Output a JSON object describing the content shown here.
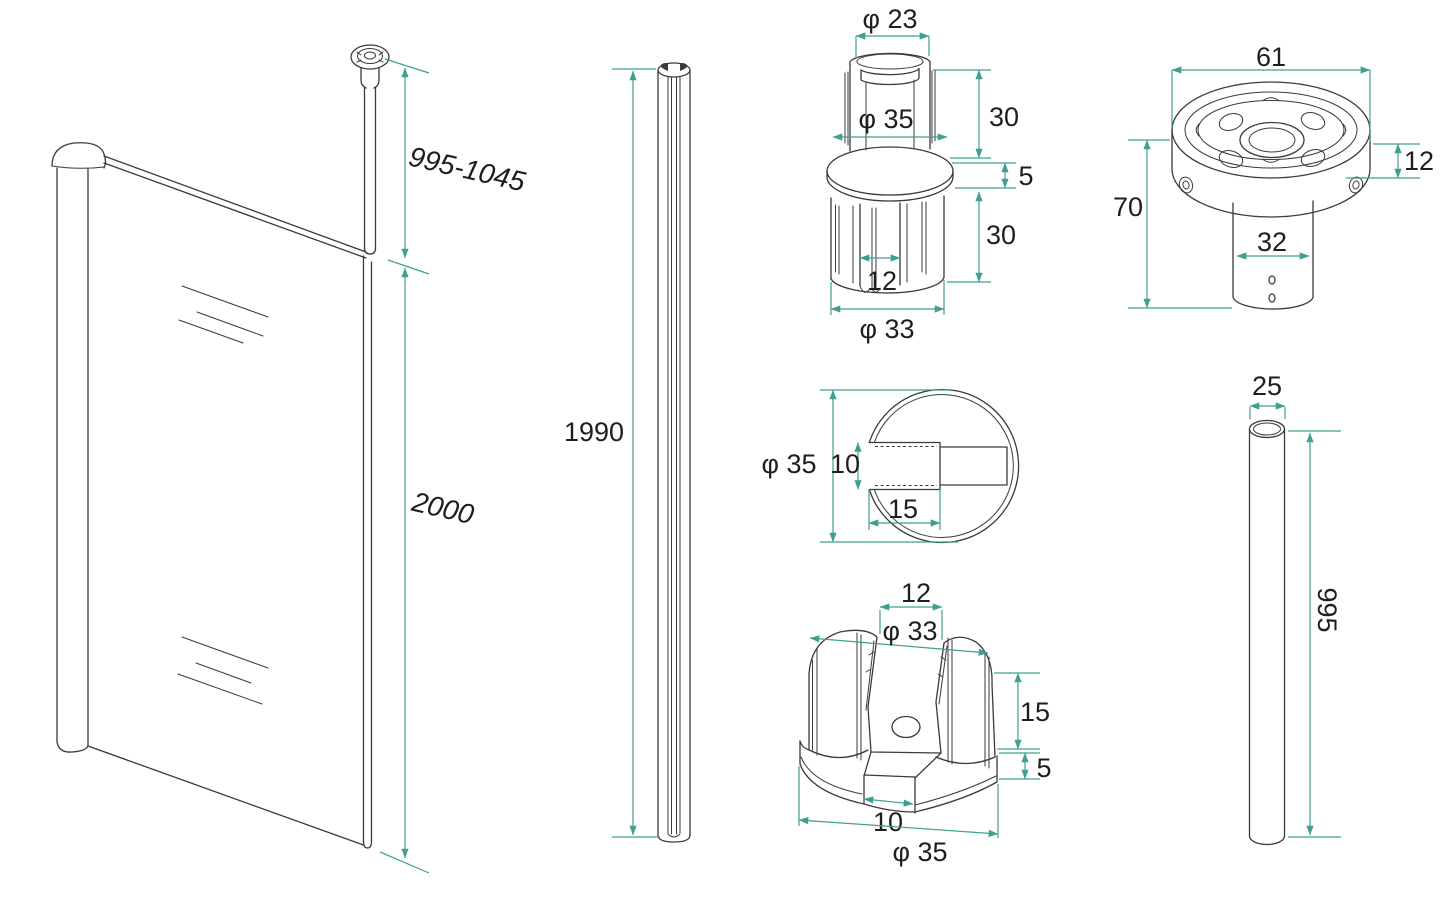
{
  "document": {
    "kind": "technical-drawing",
    "product": "walk-in shower glass screen with ceiling support"
  },
  "colors": {
    "drawing_line": "#3a3a40",
    "dimension_line": "#3f9f90",
    "label_text": "#1e1e1e",
    "background": "#ffffff"
  },
  "views": {
    "panel": {
      "title": "glass panel with ceiling support pole",
      "dims": {
        "pole": "995-1045",
        "glass": "2000"
      }
    },
    "wall_profile": {
      "title": "wall channel profile",
      "dims": {
        "height": "1990"
      }
    },
    "top_connector": {
      "title": "upper pole connector",
      "dims": {
        "top_dia": "φ 23",
        "mid_dia": "φ 35",
        "upper_h": "30",
        "flange_t": "5",
        "lower_h": "30",
        "slot_w": "12",
        "lower_dia": "φ 33"
      }
    },
    "ceiling_bracket": {
      "title": "ceiling mounting flange",
      "dims": {
        "dia": "61",
        "rim_h": "12",
        "total_h": "70",
        "stem_dia": "32"
      }
    },
    "profile_section": {
      "title": "profile cross section",
      "dims": {
        "dia": "φ 35",
        "slot_h": "10",
        "slot_d": "15"
      }
    },
    "bottom_connector": {
      "title": "lower glass clamp insert",
      "dims": {
        "slot_w": "12",
        "top_dia": "φ 33",
        "block_h": "15",
        "base_t": "5",
        "notch_w": "10",
        "base_dia": "φ 35"
      }
    },
    "support_tube": {
      "title": "support tube",
      "dims": {
        "dia": "25",
        "length": "995"
      }
    }
  }
}
